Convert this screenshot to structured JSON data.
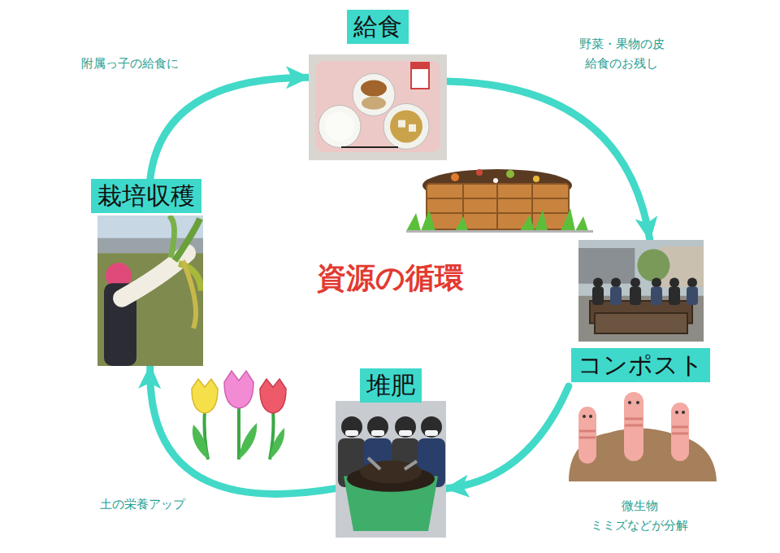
{
  "diagram": {
    "title": "資源の循環",
    "nodes": [
      {
        "text": [
          "給食"
        ]
      },
      {
        "text": [
          "コンポスト"
        ]
      },
      {
        "text": [
          "堆肥"
        ]
      },
      {
        "text": [
          "栽培収穫"
        ]
      }
    ],
    "edges": [
      {
        "from": 0,
        "to": 1,
        "arrow": "to",
        "label": "野菜・果物の皮 給食のお残し"
      },
      {
        "from": 1,
        "to": 2,
        "arrow": "to",
        "label": "微生物 ミミズなどが分解"
      },
      {
        "from": 2,
        "to": 3,
        "arrow": "to",
        "label": "土の栄養アップ"
      },
      {
        "from": 3,
        "to": 0,
        "arrow": "to",
        "label": "附属っ子の給食に"
      }
    ]
  }
}
